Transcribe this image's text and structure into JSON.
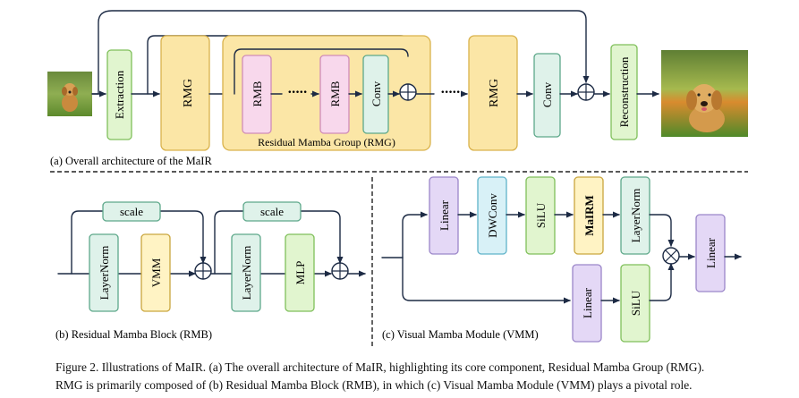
{
  "panel_a": {
    "caption": "(a) Overall architecture of the MaIR",
    "extraction": "Extraction",
    "rmg_1": "RMG",
    "rmb_1": "RMB",
    "dots": "·····",
    "rmb_2": "RMB",
    "conv_inner": "Conv",
    "group_label": "Residual Mamba Group (RMG)",
    "rmg_2": "RMG",
    "conv_outer": "Conv",
    "reconstruction": "Reconstruction"
  },
  "panel_b": {
    "caption": "(b) Residual Mamba Block (RMB)",
    "scale_1": "scale",
    "layernorm_1": "LayerNorm",
    "vmm": "VMM",
    "scale_2": "scale",
    "layernorm_2": "LayerNorm",
    "mlp": "MLP"
  },
  "panel_c": {
    "caption": "(c) Visual Mamba Module (VMM)",
    "linear_1": "Linear",
    "dwconv": "DWConv",
    "silu_1": "SiLU",
    "mairm": "MaIRM",
    "layernorm": "LayerNorm",
    "linear_2": "Linear",
    "silu_2": "SiLU",
    "linear_out": "Linear"
  },
  "figure_caption": {
    "line1": "Figure 2.  Illustrations of MaIR. (a) The overall architecture of MaIR, highlighting its core component, Residual Mamba Group (RMG).",
    "line2": "RMG is primarily composed of (b) Residual Mamba Block (RMB), in which (c) Visual Mamba Module (VMM) plays a pivotal role."
  },
  "colors": {
    "green_fill": "#e1f5cf",
    "green_stroke": "#7fbf5a",
    "yellow_fill": "#fbe6a6",
    "yellow_stroke": "#d9b24c",
    "pink_fill": "#f8d8ec",
    "pink_stroke": "#d08cb8",
    "teal_fill": "#dff2ea",
    "teal_stroke": "#5da88a",
    "lavender_fill": "#e4d8f6",
    "lavender_stroke": "#9b86c9",
    "cyan_fill": "#d8f1f7",
    "cyan_stroke": "#5fb3c9",
    "cream_fill": "#fff3c4",
    "cream_stroke": "#caa63e",
    "line": "#1c2a44"
  }
}
